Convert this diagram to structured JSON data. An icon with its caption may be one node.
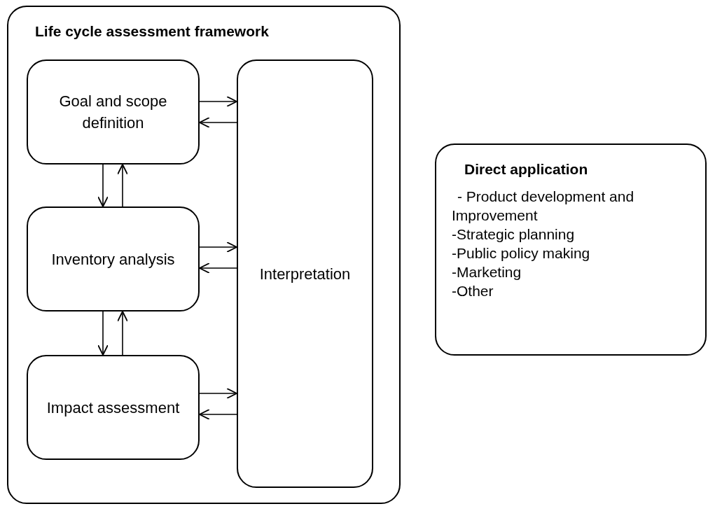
{
  "diagram": {
    "nodes": [
      {
        "text": [
          "Life cycle assessment framework"
        ]
      },
      {
        "text": [
          "Goal and scope definition"
        ],
        "in": 0
      },
      {
        "text": [
          "Inventory analysis"
        ],
        "in": 0
      },
      {
        "text": [
          "Impact assessment"
        ],
        "in": 0
      },
      {
        "text": [
          "Interpretation"
        ],
        "in": 0
      },
      {
        "text": [
          "Direct application",
          "- Product development and Improvement",
          "-Strategic planning",
          "-Public policy making",
          "-Marketing",
          "-Other"
        ]
      }
    ],
    "edges": [
      {
        "from": 1,
        "to": 4,
        "arrow": "to"
      },
      {
        "from": 4,
        "to": 1,
        "arrow": "to"
      },
      {
        "from": 1,
        "to": 2,
        "arrow": "to"
      },
      {
        "from": 2,
        "to": 1,
        "arrow": "to"
      },
      {
        "from": 2,
        "to": 4,
        "arrow": "to"
      },
      {
        "from": 4,
        "to": 2,
        "arrow": "to"
      },
      {
        "from": 2,
        "to": 3,
        "arrow": "to"
      },
      {
        "from": 3,
        "to": 2,
        "arrow": "to"
      },
      {
        "from": 3,
        "to": 4,
        "arrow": "to"
      },
      {
        "from": 4,
        "to": 3,
        "arrow": "to"
      }
    ]
  }
}
